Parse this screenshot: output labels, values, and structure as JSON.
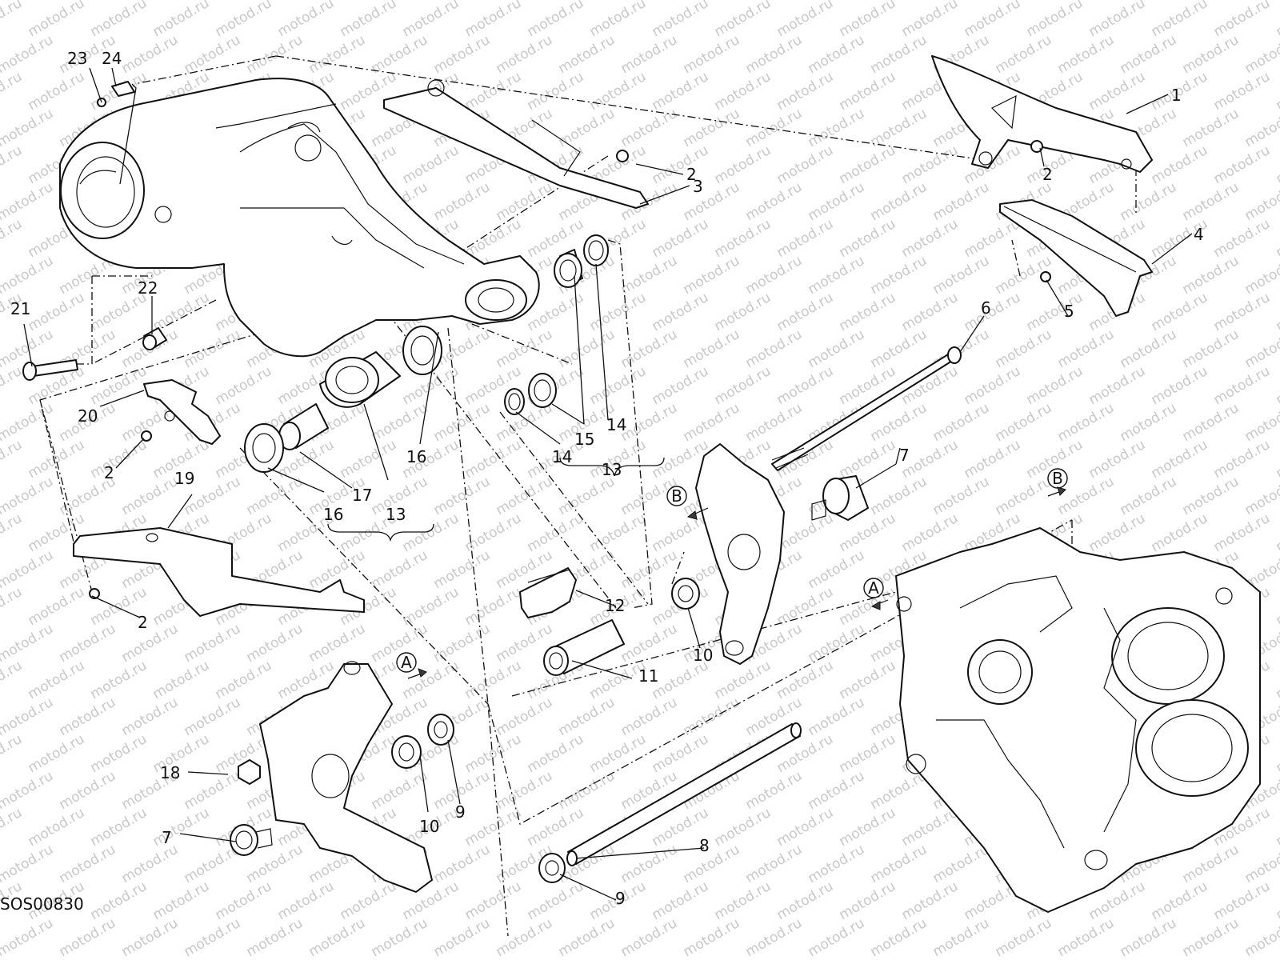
{
  "diagram_code": "SOS00830",
  "watermark": "motod.ru",
  "reference_markers": [
    "A",
    "B"
  ],
  "part_labels": [
    "1",
    "2",
    "3",
    "4",
    "5",
    "6",
    "7",
    "8",
    "9",
    "10",
    "11",
    "12",
    "13",
    "14",
    "15",
    "16",
    "17",
    "18",
    "19",
    "20",
    "21",
    "22",
    "23",
    "24"
  ],
  "colors": {
    "line": "#111111",
    "watermark": "#c8c8c8",
    "background": "#ffffff"
  }
}
